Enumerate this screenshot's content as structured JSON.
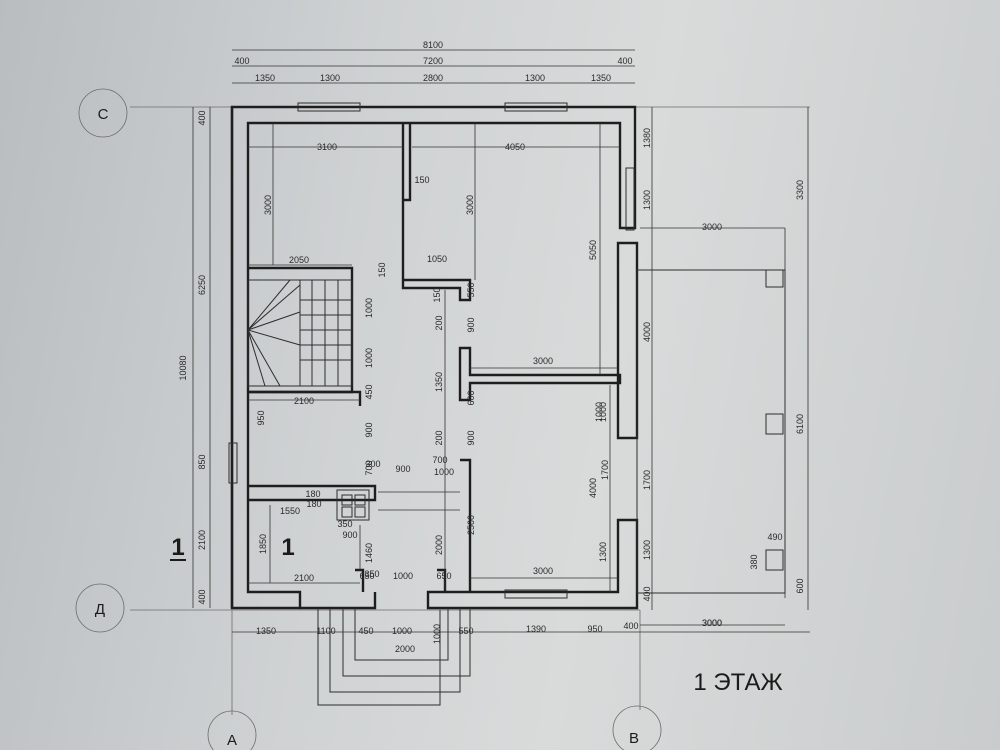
{
  "title": "1 ЭТАЖ",
  "section_mark": "1",
  "axes": [
    "С",
    "Д",
    "А",
    "В"
  ],
  "dims_top": [
    "8100",
    "7200",
    "400",
    "400",
    "1350",
    "1300",
    "2800",
    "1300",
    "1350"
  ],
  "dims_bottom": [
    "1350",
    "1100",
    "450",
    "1000",
    "550",
    "1390",
    "950",
    "400",
    "3000",
    "2000",
    "1000"
  ],
  "dims_left": [
    "400",
    "6250",
    "10080",
    "850",
    "2100",
    "400",
    "950",
    "2100",
    "1850",
    "2100",
    "1550",
    "180",
    "180",
    "350",
    "900",
    "1460",
    "350",
    "2050",
    "150",
    "1000",
    "1000",
    "450",
    "900",
    "700",
    "900",
    "300"
  ],
  "dims_right": [
    "1380",
    "1300",
    "3300",
    "5050",
    "4000",
    "6100",
    "1000",
    "1700",
    "1300",
    "400",
    "600",
    "490",
    "380",
    "3000"
  ],
  "dims_inner": [
    "3100",
    "4050",
    "150",
    "3000",
    "3000",
    "1050",
    "150",
    "550",
    "200",
    "900",
    "1350",
    "600",
    "200",
    "900",
    "700",
    "1000",
    "2500",
    "2000",
    "650",
    "4000",
    "1700",
    "1300",
    "3000",
    "3000",
    "650",
    "1000",
    "1000",
    "3000"
  ]
}
